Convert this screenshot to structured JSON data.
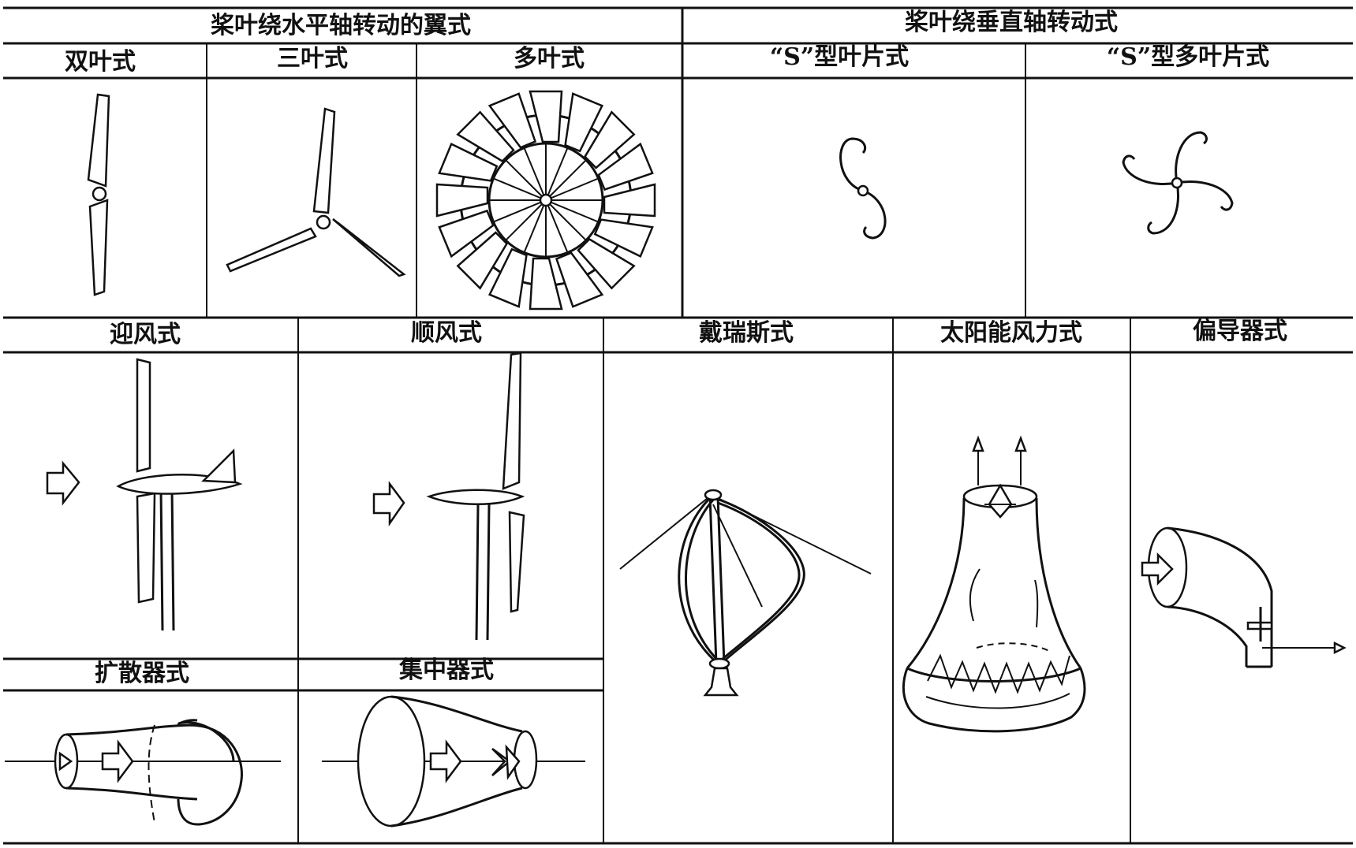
{
  "headers": {
    "horizontal_group": "桨叶绕水平轴转动的翼式",
    "vertical_group": "桨叶绕垂直轴转动式"
  },
  "row1": [
    "双叶式",
    "三叶式",
    "多叶式",
    "“S”型叶片式",
    "“S”型多叶片式"
  ],
  "row2": [
    "迎风式",
    "顺风式",
    "戴瑞斯式",
    "太阳能风力式",
    "偏导器式"
  ],
  "row3": [
    "扩散器式",
    "集中器式"
  ]
}
